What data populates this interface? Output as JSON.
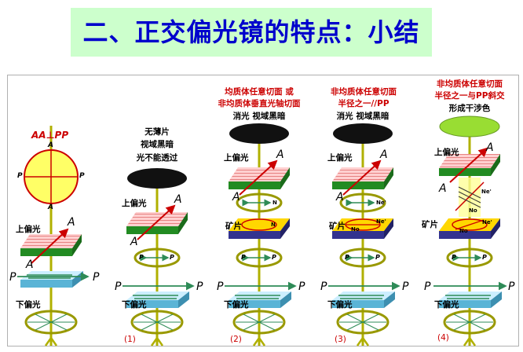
{
  "title": "二、正交偏光镜的特点：小结",
  "col0": {
    "header": "AA⊥PP",
    "circle_top": "A",
    "circle_left": "P",
    "circle_right": "P",
    "circle_bottom": "A",
    "upper_polarizer": "上偏光",
    "upper_A_right": "A",
    "upper_A_left": "A",
    "lower_P_left": "P",
    "lower_P_right": "P",
    "lower_polarizer": "下偏光"
  },
  "col1": {
    "caption1": "无薄片",
    "caption2": "视域黑暗",
    "caption3": "光不能透过",
    "upper_polarizer": "上偏光",
    "upper_A_right": "A",
    "upper_A_left": "A",
    "ring_P_left": "P",
    "ring_P_right": "P",
    "lower_P_left": "P",
    "lower_P_right": "P",
    "lower_polarizer": "下偏光",
    "number": "(1)"
  },
  "col2": {
    "header1": "均质体任意切面 或",
    "header2": "非均质体垂直光轴切面",
    "caption": "消光 视域黑暗",
    "upper_polarizer": "上偏光",
    "upper_A_right": "A",
    "upper_A_left": "A",
    "ring_label": "N",
    "mineral": "矿片",
    "mineral_label": "N",
    "ring_P_left": "P",
    "ring_P_right": "P",
    "lower_P_left": "P",
    "lower_P_right": "P",
    "lower_polarizer": "下偏光",
    "number": "(2)"
  },
  "col3": {
    "header1": "非均质体任意切面",
    "header2": "半径之一//PP",
    "caption": "消光 视域黑暗",
    "upper_polarizer": "上偏光",
    "upper_A_right": "A",
    "upper_A_left": "A",
    "ring_label": "Ne'",
    "mineral": "矿片",
    "mineral_label_top": "Ne'",
    "mineral_label_bottom": "No",
    "ring_P_left": "P",
    "ring_P_right": "P",
    "lower_P_left": "P",
    "lower_P_right": "P",
    "lower_polarizer": "下偏光",
    "number": "(3)"
  },
  "col4": {
    "header1": "非均质体任意切面",
    "header2": "半径之一与PP斜交",
    "caption": "形成干涉色",
    "upper_polarizer": "上偏光",
    "upper_A_right": "A",
    "upper_A_left": "A",
    "beam_label_top": "Ne'",
    "beam_label_bottom": "No",
    "mineral": "矿片",
    "mineral_label_top": "Ne'",
    "mineral_label_bottom": "No",
    "ring_P_left": "P",
    "ring_P_right": "P",
    "lower_P_left": "P",
    "lower_P_right": "P",
    "lower_polarizer": "下偏光",
    "number": "(4)"
  },
  "colors": {
    "title_bg": "#ccffcc",
    "title_text": "#0000cc",
    "header_red": "#cc0000",
    "rod": "#b0b000",
    "ring": "#999900",
    "polarizer_top": "#ffc0c0",
    "polarizer_side": "#228b22",
    "lower_polarizer_top": "#cceeff",
    "lower_polarizer_side": "#5ab4d6",
    "mineral_top": "#ffd700",
    "mineral_side": "#33338f",
    "field_yellow": "#ffff66",
    "field_black": "#111111",
    "field_green": "#99dd33",
    "arrow_red": "#cc0000",
    "arrow_green": "#2e8b57"
  }
}
